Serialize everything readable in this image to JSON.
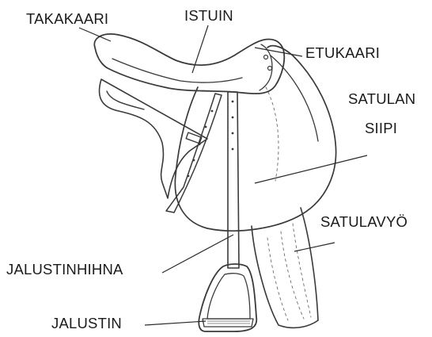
{
  "labels": {
    "takakaari": "TAKAKAARI",
    "istuin": "ISTUIN",
    "etukaari": "ETUKAARI",
    "satulan_siipi_line1": "SATULAN",
    "satulan_siipi_line2": "SIIPI",
    "satulavyo": "SATULAVYÖ",
    "jalustinhihna": "JALUSTINHIHNA",
    "jalustin": "JALUSTIN"
  },
  "colors": {
    "ink": "#3a3a3a",
    "text": "#1a1a1a",
    "background": "#ffffff"
  }
}
